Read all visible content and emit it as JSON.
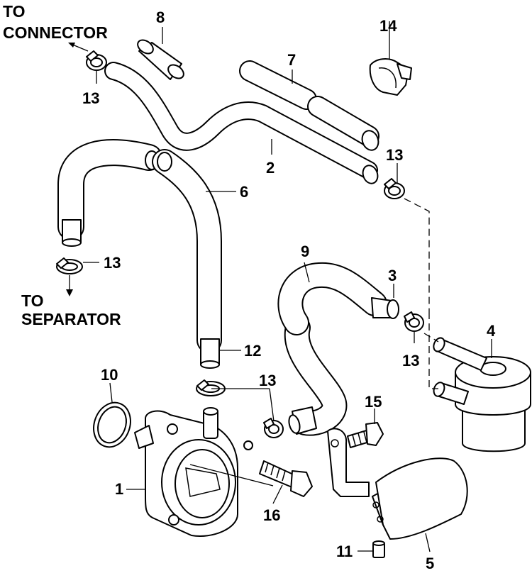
{
  "notes": {
    "to_connector": [
      "TO",
      "CONNECTOR"
    ],
    "to_separator": [
      "TO",
      "SEPARATOR"
    ]
  },
  "callouts": {
    "c1": "1",
    "c2": "2",
    "c3": "3",
    "c4": "4",
    "c5": "5",
    "c6": "6",
    "c7": "7",
    "c8": "8",
    "c9": "9",
    "c10": "10",
    "c11": "11",
    "c12": "12",
    "c13a": "13",
    "c13b": "13",
    "c13c": "13",
    "c13d": "13",
    "c13e": "13",
    "c14": "14",
    "c15": "15",
    "c16": "16"
  },
  "colors": {
    "line": "#000000",
    "background": "#ffffff"
  }
}
